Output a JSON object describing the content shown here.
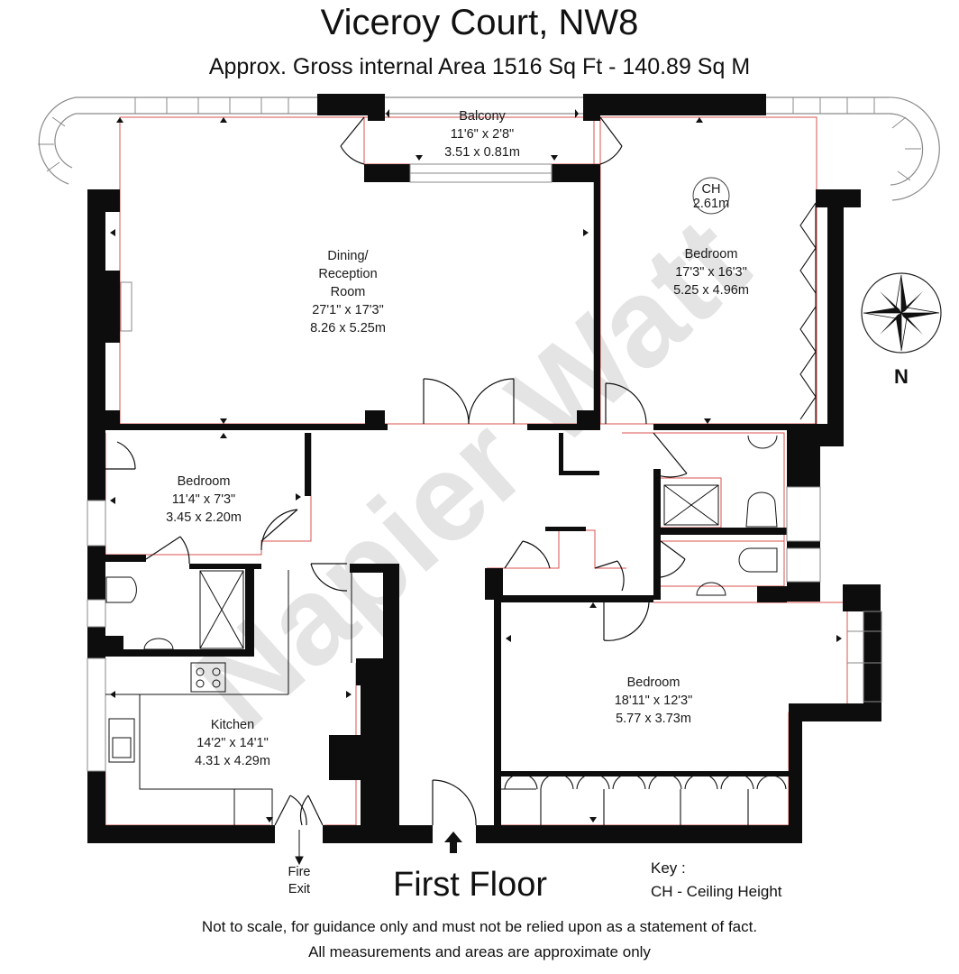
{
  "header": {
    "title": "Viceroy Court, NW8",
    "subtitle": "Approx. Gross internal Area  1516 Sq Ft - 140.89 Sq M"
  },
  "rooms": {
    "balcony": {
      "name": "Balcony",
      "imperial": "11'6\" x 2'8\"",
      "metric": "3.51 x 0.81m"
    },
    "dining": {
      "name_line1": "Dining/",
      "name_line2": "Reception",
      "name_line3": "Room",
      "imperial": "27'1\" x 17'3\"",
      "metric": "8.26 x 5.25m"
    },
    "bedroom_ne": {
      "name": "Bedroom",
      "imperial": "17'3\" x 16'3\"",
      "metric": "5.25 x 4.96m"
    },
    "bedroom_w": {
      "name": "Bedroom",
      "imperial": "11'4\" x 7'3\"",
      "metric": "3.45 x 2.20m"
    },
    "kitchen": {
      "name": "Kitchen",
      "imperial": "14'2\" x 14'1\"",
      "metric": "4.31 x 4.29m"
    },
    "bedroom_se": {
      "name": "Bedroom",
      "imperial": "18'11\" x 12'3\"",
      "metric": "5.77 x 3.73m"
    }
  },
  "ceiling_marker": {
    "label": "CH",
    "value": "2.61m"
  },
  "compass": {
    "label": "N"
  },
  "watermark": "Napier Watt",
  "fire_exit": {
    "line1": "Fire",
    "line2": "Exit"
  },
  "floor_label": "First Floor",
  "key": {
    "title": "Key :",
    "entry": "CH - Ceiling Height"
  },
  "disclaimer": {
    "line1": "Not to scale, for guidance only and must not be relied upon as a statement of fact.",
    "line2": "All measurements and areas are approximate only"
  },
  "colors": {
    "wall": "#0d0d0d",
    "interior_line": "#d9534f",
    "watermark": "#e4e4e4"
  }
}
